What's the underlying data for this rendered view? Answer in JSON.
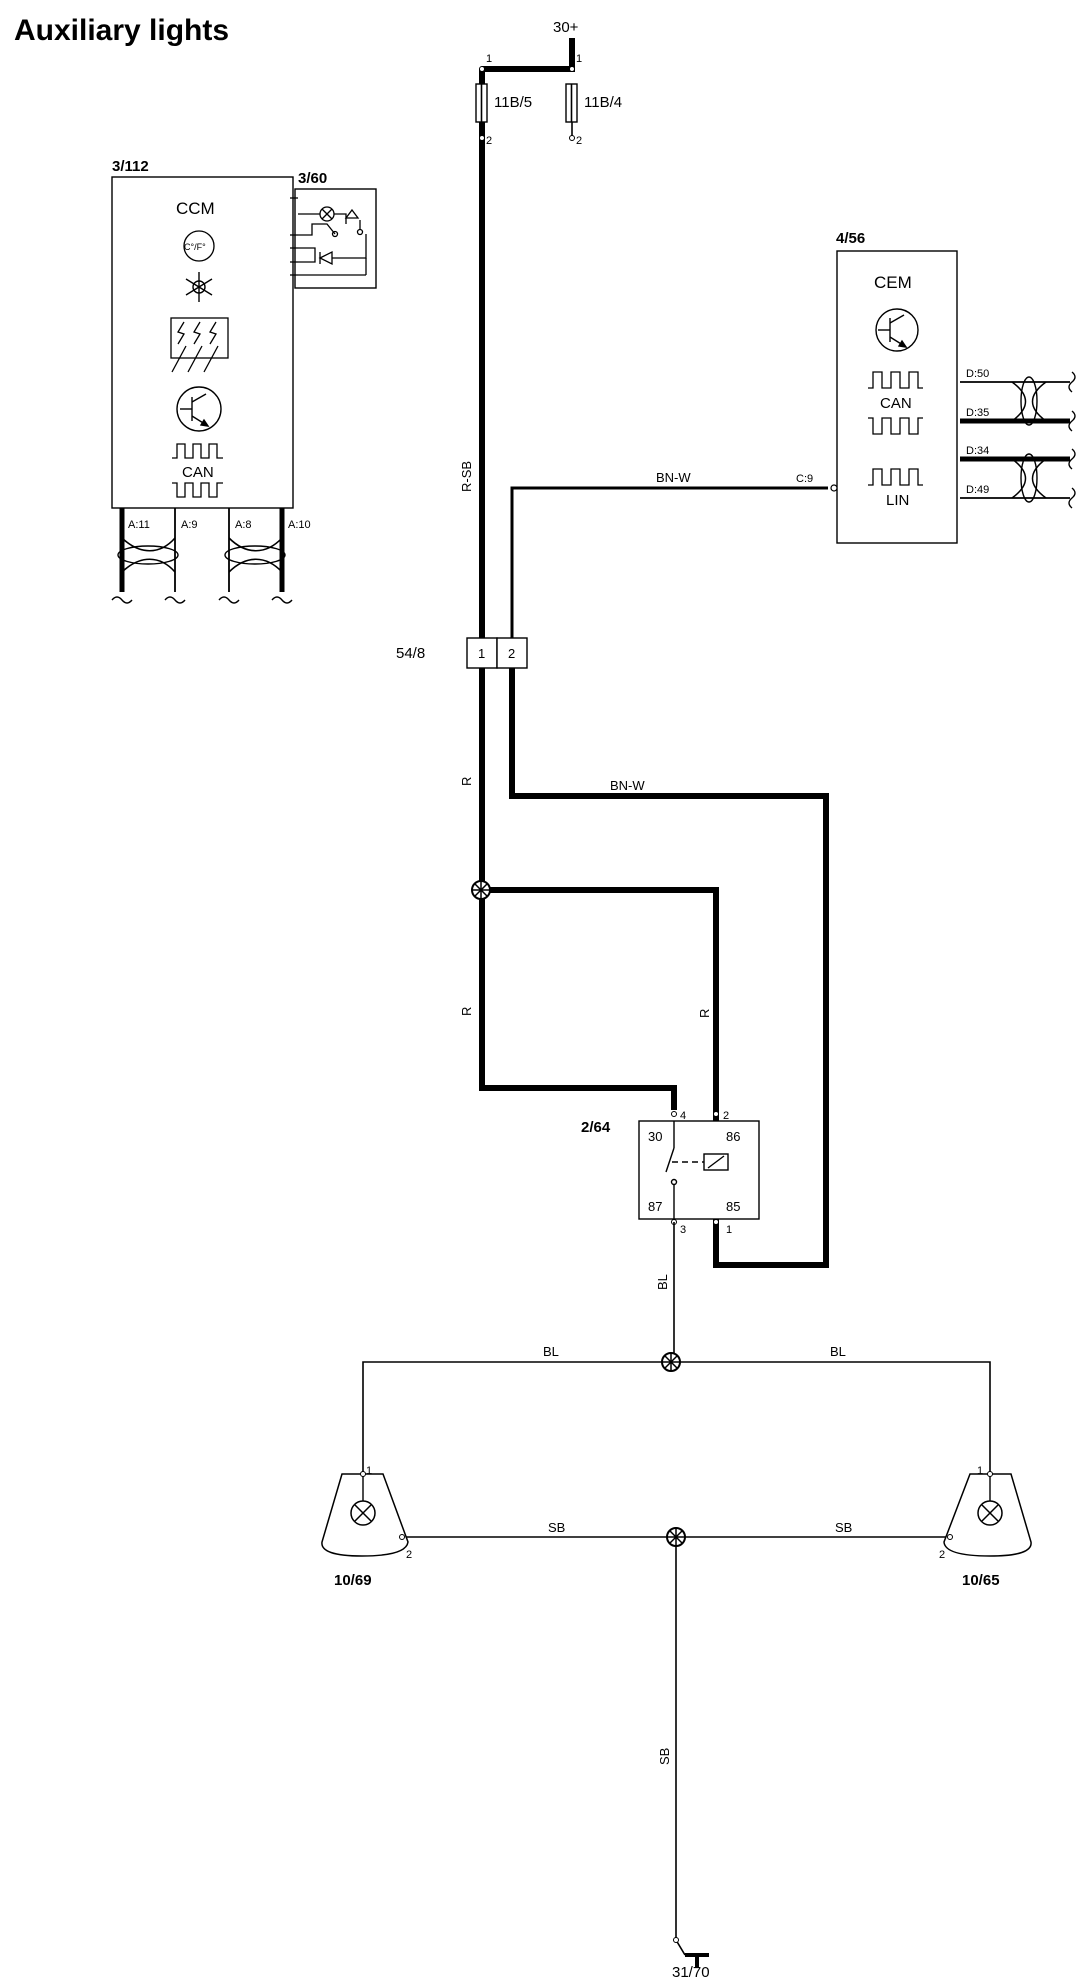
{
  "title": "Auxiliary lights",
  "supply": {
    "label": "30+",
    "pin_left": "1",
    "pin_right": "1"
  },
  "fuses": [
    {
      "id": "11B/5",
      "pin_top": "1",
      "pin_bottom": "2"
    },
    {
      "id": "11B/4",
      "pin_top": "1",
      "pin_bottom": "2"
    }
  ],
  "ccm": {
    "id": "3/112",
    "name": "CCM",
    "temp_symbol": "C°/F°",
    "can_label": "CAN",
    "pins": [
      "A:11",
      "A:9",
      "A:8",
      "A:10"
    ]
  },
  "switch_panel": {
    "id": "3/60"
  },
  "cem": {
    "id": "4/56",
    "name": "CEM",
    "can_label": "CAN",
    "lin_label": "LIN",
    "pins": [
      "D:50",
      "D:35",
      "D:34",
      "D:49"
    ],
    "input_pin": "C:9"
  },
  "connector": {
    "id": "54/8",
    "pin1": "1",
    "pin2": "2"
  },
  "wires": {
    "supply": "R-SB",
    "signal_upper": "BN-W",
    "signal_lower": "BN-W",
    "feed_left": "R",
    "feed_right": "R",
    "lamp_feed": "BL",
    "lamp_left": "BL",
    "lamp_right": "BL",
    "ground_left": "SB",
    "ground_right": "SB",
    "ground_main": "SB"
  },
  "relay": {
    "id": "2/64",
    "pins": {
      "p4": "4",
      "p2": "2",
      "p3": "3",
      "p1": "1"
    },
    "terminals": {
      "t30": "30",
      "t86": "86",
      "t87": "87",
      "t85": "85"
    }
  },
  "lamps": [
    {
      "id": "10/69",
      "pin1": "1",
      "pin2": "2"
    },
    {
      "id": "10/65",
      "pin1": "1",
      "pin2": "2"
    }
  ],
  "ground": {
    "id": "31/70"
  }
}
